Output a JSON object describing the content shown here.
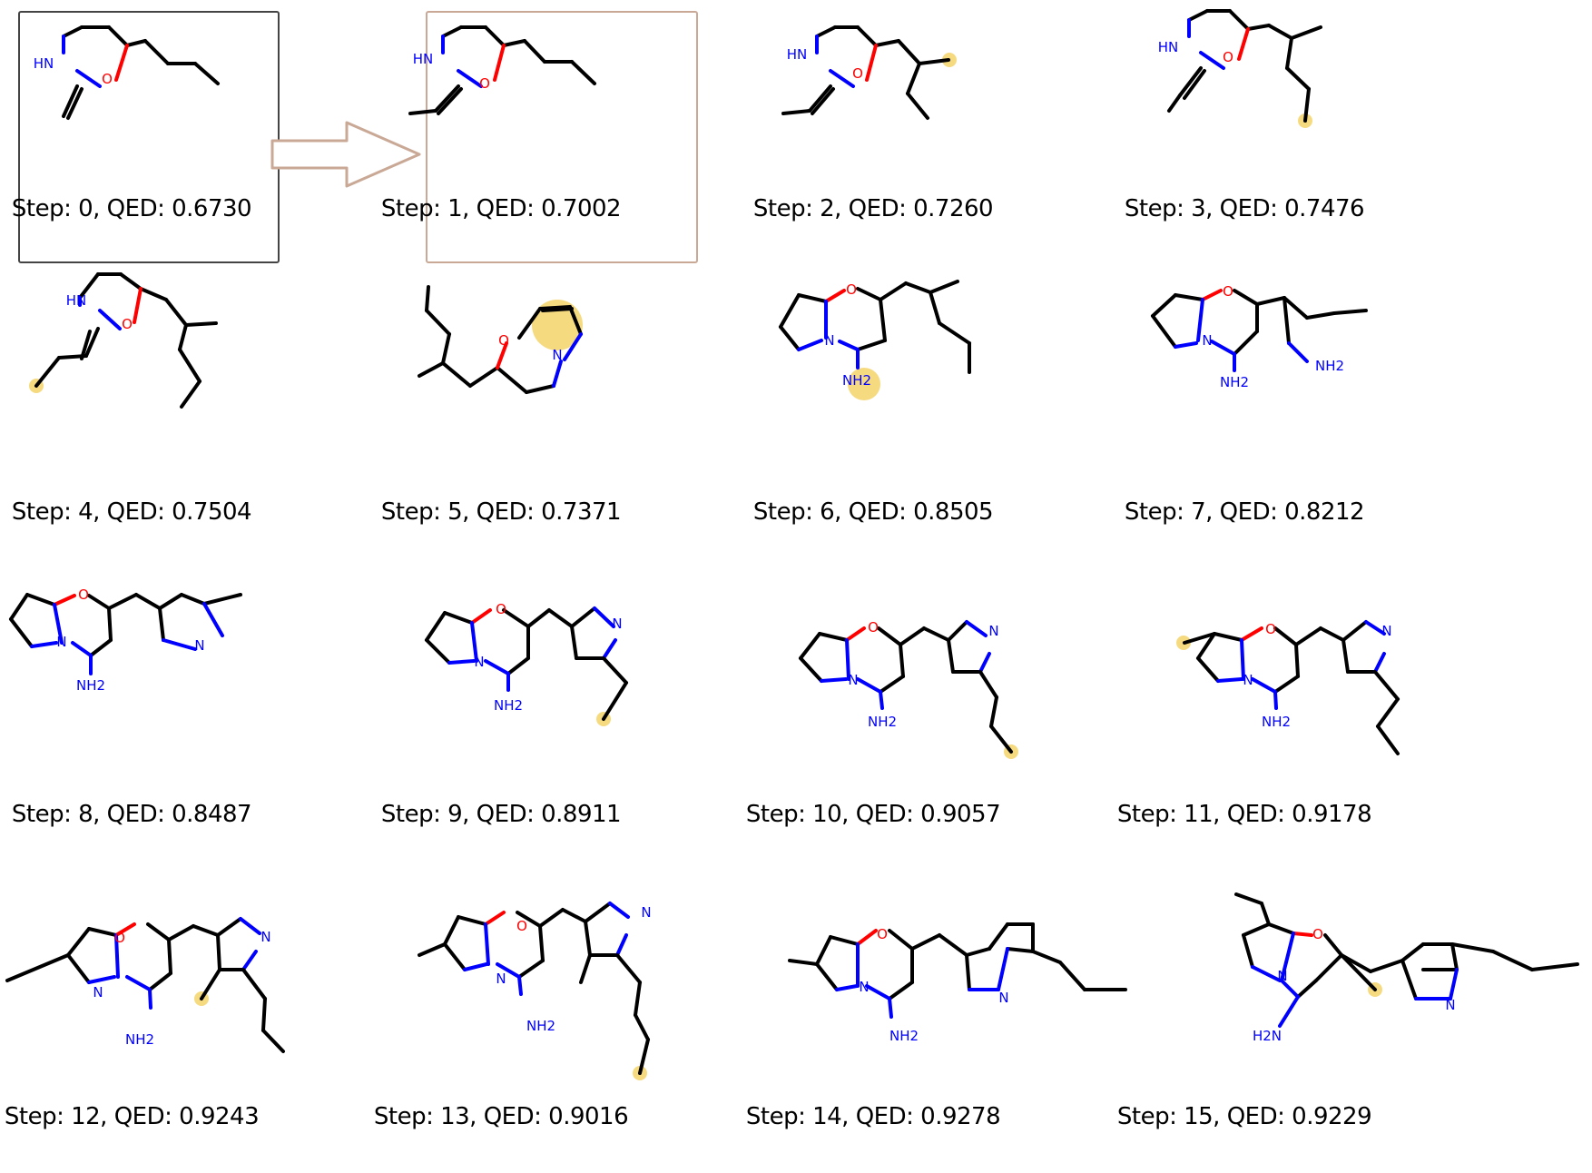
{
  "colors": {
    "bond": "#000000",
    "oxygen": "#ff0000",
    "nitrogen": "#0000ff",
    "highlight": "#f5d36a",
    "start_frame": "#444444",
    "next_frame": "#c9a896",
    "arrow": "#c9a896"
  },
  "steps": [
    {
      "caption": "Step: 0, QED: 0.6730",
      "labels": [
        "HN",
        "O"
      ]
    },
    {
      "caption": "Step: 1, QED: 0.7002",
      "labels": [
        "HN",
        "O"
      ]
    },
    {
      "caption": "Step: 2, QED: 0.7260",
      "labels": [
        "HN",
        "O"
      ]
    },
    {
      "caption": "Step: 3, QED: 0.7476",
      "labels": [
        "HN",
        "O"
      ]
    },
    {
      "caption": "Step: 4, QED: 0.7504",
      "labels": [
        "HN",
        "O"
      ]
    },
    {
      "caption": "Step: 5, QED: 0.7371",
      "labels": [
        "O",
        "N"
      ]
    },
    {
      "caption": "Step: 6, QED: 0.8505",
      "labels": [
        "O",
        "N",
        "NH2"
      ]
    },
    {
      "caption": "Step: 7, QED: 0.8212",
      "labels": [
        "O",
        "N",
        "NH2",
        "NH2"
      ]
    },
    {
      "caption": "Step: 8, QED: 0.8487",
      "labels": [
        "O",
        "N",
        "NH2",
        "N"
      ]
    },
    {
      "caption": "Step: 9, QED: 0.8911",
      "labels": [
        "O",
        "N",
        "NH2",
        "N"
      ]
    },
    {
      "caption": "Step: 10, QED: 0.9057",
      "labels": [
        "O",
        "N",
        "NH2",
        "N"
      ]
    },
    {
      "caption": "Step: 11, QED: 0.9178",
      "labels": [
        "O",
        "N",
        "NH2",
        "N"
      ]
    },
    {
      "caption": "Step: 12, QED: 0.9243",
      "labels": [
        "O",
        "N",
        "NH2",
        "N"
      ]
    },
    {
      "caption": "Step: 13, QED: 0.9016",
      "labels": [
        "O",
        "N",
        "NH2",
        "N"
      ]
    },
    {
      "caption": "Step: 14, QED: 0.9278",
      "labels": [
        "O",
        "N",
        "NH2",
        "N"
      ]
    },
    {
      "caption": "Step: 15, QED: 0.9229",
      "labels": [
        "O",
        "N",
        "H2N",
        "N"
      ]
    }
  ]
}
